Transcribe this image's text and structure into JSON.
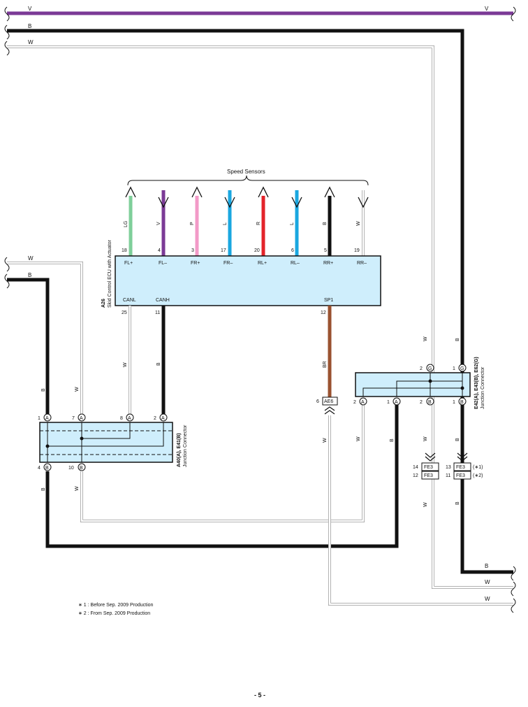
{
  "bus_lines": {
    "v_label": "V",
    "b_label": "B",
    "w_label": "W"
  },
  "speed_sensors": {
    "title": "Speed Sensors",
    "wires": [
      {
        "color_code": "LG",
        "terminal": "FL+",
        "pin": "18",
        "hex": "#7fcf9a"
      },
      {
        "color_code": "V",
        "terminal": "FL–",
        "pin": "4",
        "hex": "#7b3a96"
      },
      {
        "color_code": "P",
        "terminal": "FR+",
        "pin": "3",
        "hex": "#f29ac7"
      },
      {
        "color_code": "L",
        "terminal": "FR–",
        "pin": "17",
        "hex": "#1aa7e0"
      },
      {
        "color_code": "R",
        "terminal": "RL+",
        "pin": "20",
        "hex": "#e3232a"
      },
      {
        "color_code": "L",
        "terminal": "RL–",
        "pin": "6",
        "hex": "#1aa7e0"
      },
      {
        "color_code": "B",
        "terminal": "RR+",
        "pin": "5",
        "hex": "#111111"
      },
      {
        "color_code": "W",
        "terminal": "RR–",
        "pin": "19",
        "hex": "#ffffff"
      }
    ]
  },
  "ecu": {
    "id": "A26",
    "name": "Skid Control ECU with Actuator",
    "canl": {
      "terminal": "CANL",
      "pin": "25",
      "wire": "W"
    },
    "canh": {
      "terminal": "CANH",
      "pin": "11",
      "wire": "B"
    },
    "sp1": {
      "terminal": "SP1",
      "pin": "12",
      "wire": "BR"
    }
  },
  "jc_left": {
    "id": "A40(A), E41(B)",
    "name": "Junction Connector",
    "top_pins": [
      {
        "num": "1",
        "letter": "A"
      },
      {
        "num": "7",
        "letter": "A"
      },
      {
        "num": "8",
        "letter": "A"
      },
      {
        "num": "2",
        "letter": "A"
      }
    ],
    "bottom_pins": [
      {
        "num": "4",
        "letter": "B"
      },
      {
        "num": "10",
        "letter": "B"
      }
    ],
    "wires": {
      "left_b": "B",
      "left_w": "W",
      "bottom_b": "B",
      "bottom_w": "W"
    }
  },
  "jc_right": {
    "id": "E42(A), E43(B), E62(G)",
    "name": "Junction Connector",
    "top_pins": [
      {
        "num": "2",
        "letter": "G"
      },
      {
        "num": "1",
        "letter": "G"
      }
    ],
    "bottom_pins": [
      {
        "num": "2",
        "letter": "A"
      },
      {
        "num": "1",
        "letter": "A"
      },
      {
        "num": "2",
        "letter": "B"
      },
      {
        "num": "1",
        "letter": "B"
      }
    ],
    "wires": {
      "top_w": "W",
      "top_b": "B",
      "w1": "W",
      "b1": "B",
      "w2": "W",
      "b2": "B",
      "b3": "B",
      "w3": "W"
    }
  },
  "ae6": {
    "num": "6",
    "label": "AE6",
    "wire_below": "W"
  },
  "fe3": [
    {
      "pin": "14",
      "label": "FE3"
    },
    {
      "pin": "12",
      "label": "FE3"
    },
    {
      "pin": "13",
      "label": "FE3",
      "note": "(∗1)"
    },
    {
      "pin": "11",
      "label": "FE3",
      "note": "(∗2)"
    }
  ],
  "right_exit": {
    "b": "B",
    "w1": "W",
    "w2": "W"
  },
  "left_entry": {
    "w": "W",
    "b": "B"
  },
  "notes": [
    "∗ 1 : Before Sep.  2009 Production",
    "∗ 2 : From Sep.  2009 Production"
  ],
  "page_number": "- 5 -",
  "colors": {
    "violet": "#7b3a96",
    "black": "#111111",
    "brown": "#9a5230",
    "ecu_fill": "#cfeefc"
  }
}
